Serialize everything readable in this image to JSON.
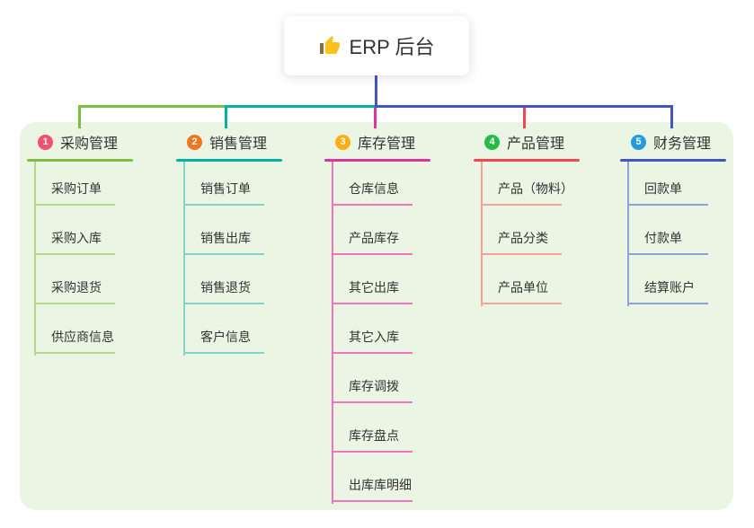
{
  "root": {
    "label": "ERP 后台",
    "icon": "thumbs-up-icon"
  },
  "theme": {
    "canvas_bg": "#ffffff",
    "panel_bg": "#eaf6e3",
    "text_color": "#333333",
    "root_stem_color": "#4356c4",
    "icon_color": "#fcc21c",
    "icon_cuff_color": "#8a6d3b"
  },
  "branches": [
    {
      "num": "1",
      "label": "采购管理",
      "badge_color": "#f2506f",
      "line_color": "#7cbe41",
      "child_line_color": "#b3d989",
      "children": [
        "采购订单",
        "采购入库",
        "采购退货",
        "供应商信息"
      ]
    },
    {
      "num": "2",
      "label": "销售管理",
      "badge_color": "#f2741e",
      "line_color": "#00b2a4",
      "child_line_color": "#84d3ca",
      "children": [
        "销售订单",
        "销售出库",
        "销售退货",
        "客户信息"
      ]
    },
    {
      "num": "3",
      "label": "库存管理",
      "badge_color": "#fcae17",
      "line_color": "#dc359d",
      "child_line_color": "#f075ba",
      "children": [
        "仓库信息",
        "产品库存",
        "其它出库",
        "其它入库",
        "库存调拨",
        "库存盘点",
        "出库库明细"
      ]
    },
    {
      "num": "4",
      "label": "产品管理",
      "badge_color": "#25ba49",
      "line_color": "#f4474f",
      "child_line_color": "#f8a19b",
      "children": [
        "产品（物料）",
        "产品分类",
        "产品单位"
      ]
    },
    {
      "num": "5",
      "label": "财务管理",
      "badge_color": "#229be0",
      "line_color": "#4356c4",
      "child_line_color": "#8da2d9",
      "children": [
        "回款单",
        "付款单",
        "结算账户"
      ]
    }
  ]
}
